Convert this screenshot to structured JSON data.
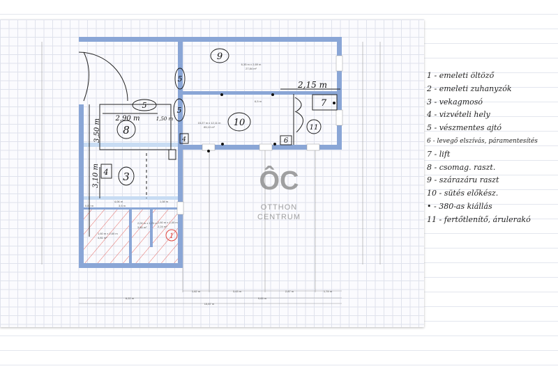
{
  "plan": {
    "rooms": {
      "r9": {
        "size": "6,35 m x 2,69 m",
        "area": "27,84 m²"
      },
      "r10": {
        "size": "15,27 m x 12,11 m",
        "area": "85,10 m²"
      },
      "wc1": {
        "size": "1,60 m x 2,60 m",
        "area": "4,81 m²"
      },
      "wc2": {
        "size": "2,00 m x 1,70 m",
        "area": "3,60 m²"
      },
      "wc3": {
        "size": "1,60 m x 1,40 m",
        "area": "2,24 m²"
      }
    },
    "dims": {
      "d1": "1,62 m",
      "d2": "3,43 m",
      "d3": "2,87 m",
      "d4": "1,74 m",
      "d5": "9,65 m",
      "d6": "15,87 m",
      "d7": "6,22 m",
      "d8": "6,5 m",
      "d9": "4,06 m",
      "d10": "1,08 m",
      "d11": "3,5 m",
      "d12": "0,80 m"
    },
    "handwritten": {
      "n1": "1",
      "n3": "3",
      "n4": "4",
      "n5": "5",
      "n6": "6",
      "n7": "7",
      "n8": "8",
      "n9": "9",
      "n10": "10",
      "n11": "11",
      "w1": "2,90 m",
      "w2": "1,50 m",
      "w3": "3,50 m",
      "w4": "3,10 m",
      "w5": "2,15 m"
    },
    "logo": {
      "mark": "ÔC",
      "line1": "OTTHON",
      "line2": "CENTRUM"
    }
  },
  "notes": [
    "1 - emeleti öltöző",
    "2 - emeleti zuhanyzók",
    "3 - vekagmosó",
    "4 - vizvételi hely",
    "5 - vészmentes ajtó",
    "6 - levegő elszívás, páramentesítés",
    "7 - lift",
    "8 - csomag. raszt.",
    "9 - szárazáru raszt",
    "10 - sütés előkész.",
    "• - 380-as kiállás",
    "11 - fertőtlenítő, árulerakó"
  ],
  "colors": {
    "wall": "#8aa6d6",
    "hatch": "#e0443c"
  }
}
